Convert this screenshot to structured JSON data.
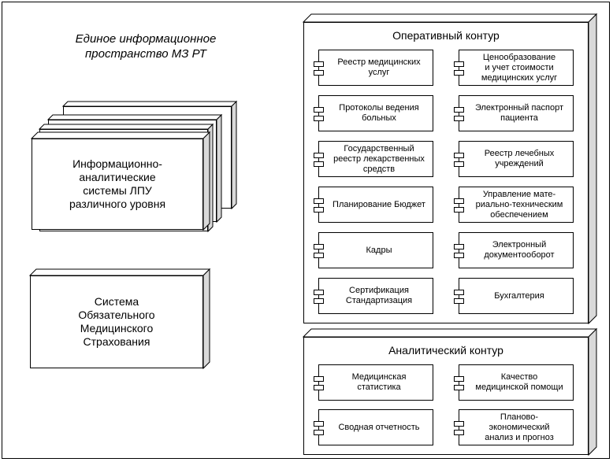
{
  "caption": "Единое информационное\nпространство МЗ РТ",
  "lpu_box": {
    "label": "Информационно-аналитические\nсистемы ЛПУ\nразличного уровня"
  },
  "oms_box": {
    "label": "Система\nОбязательного\nМедицинского\nСтрахования"
  },
  "operational": {
    "title": "Оперативный контур",
    "components": [
      "Реестр медицинских\nуслуг",
      "Ценообразование\nи учет стоимости\nмедицинских услуг",
      "Протоколы ведения\nбольных",
      "Электронный паспорт\nпациента",
      "Государственный\nреестр лекарственных\nсредств",
      "Реестр лечебных\nучреждений",
      "Планирование Бюджет",
      "Управление мате-\nриально-техническим\nобеспечением",
      "Кадры",
      "Электронный\nдокументооборот",
      "Сертификация\nСтандартизация",
      "Бухгалтерия"
    ]
  },
  "analytical": {
    "title": "Аналитический контур",
    "components": [
      "Медицинская\nстатистика",
      "Качество\nмедицинской помощи",
      "Сводная отчетность",
      "Планово-\nэкономический\nанализ и прогноз"
    ]
  }
}
